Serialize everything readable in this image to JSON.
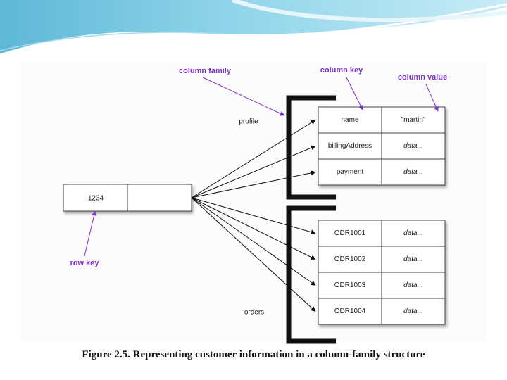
{
  "diagram": {
    "annotations": {
      "column_family": "column family",
      "column_key": "column key",
      "column_value": "column value",
      "row_key": "row key"
    },
    "row": {
      "key": "1234",
      "value": ""
    },
    "families": [
      {
        "name": "profile",
        "columns": [
          {
            "key": "name",
            "value": "\"martin\""
          },
          {
            "key": "billingAddress",
            "value": "data .."
          },
          {
            "key": "payment",
            "value": "data .."
          }
        ]
      },
      {
        "name": "orders",
        "columns": [
          {
            "key": "ODR1001",
            "value": "data .."
          },
          {
            "key": "ODR1002",
            "value": "data .."
          },
          {
            "key": "ODR1003",
            "value": "data .."
          },
          {
            "key": "ODR1004",
            "value": "data .."
          }
        ]
      }
    ],
    "caption": "Figure 2.5. Representing customer information in a column-family structure"
  },
  "colors": {
    "annotation": "#7b2fd0",
    "line": "#111111",
    "cell_border": "#444444",
    "banner_light": "#c7ecf6",
    "banner_mid": "#8fd4ea",
    "banner_dark": "#5fb8d6",
    "page_bg": "#fcfcfd"
  }
}
